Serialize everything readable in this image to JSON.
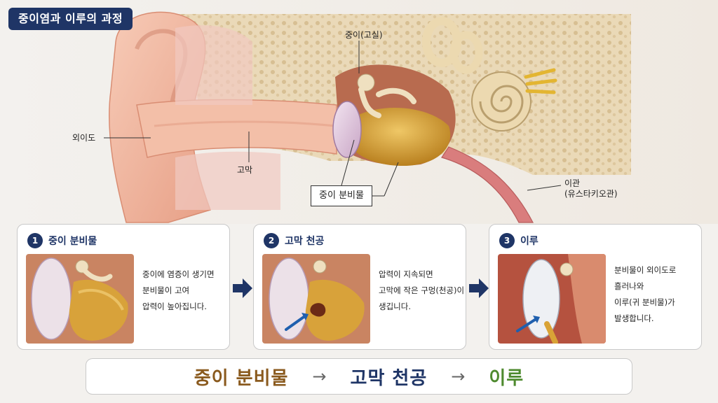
{
  "title": "중이염과 이루의 과정",
  "labels": {
    "middle_ear": "중이(고실)",
    "ear_canal": "외이도",
    "eardrum": "고막",
    "effusion": "중이 분비물",
    "tube_line1": "이관",
    "tube_line2": "(유스타키오관)"
  },
  "steps": [
    {
      "num": "1",
      "title": "중이 분비물",
      "lines": [
        "중이에 염증이 생기면",
        "분비물이 고여",
        "압력이 높아집니다."
      ]
    },
    {
      "num": "2",
      "title": "고막 천공",
      "lines": [
        "압력이 지속되면",
        "고막에 작은 구멍(천공)이",
        "생깁니다."
      ]
    },
    {
      "num": "3",
      "title": "이루",
      "lines": [
        "분비물이 외이도로",
        "흘러나와",
        "이루(귀 분비물)가",
        "발생합니다."
      ]
    }
  ],
  "summary": {
    "step1": "중이 분비물",
    "arrow": "→",
    "step2": "고막 천공",
    "step3": "이루"
  },
  "colors": {
    "navy": "#1f3566",
    "summary_step1": "#8a5a1e",
    "summary_step2": "#1f3566",
    "summary_step3": "#4e8a2e",
    "skin": "#f0b7a0",
    "bone": "#e9d6b0",
    "fluid": "#d7a238"
  },
  "icons": [
    "ear-illustration",
    "step-arrow-icon",
    "perforation-arrow-icon"
  ]
}
